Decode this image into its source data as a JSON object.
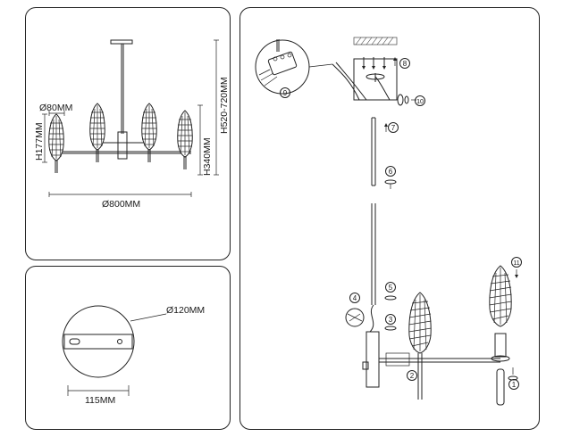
{
  "panels": {
    "overview": {
      "dims": {
        "shade_diameter": "Ø80MM",
        "shade_height": "H177MM",
        "body_height": "H340MM",
        "total_height": "H520-720MM",
        "total_diameter": "Ø800MM"
      }
    },
    "mount": {
      "dims": {
        "plate_diameter": "Ø120MM",
        "hole_spacing": "115MM"
      }
    },
    "assembly": {
      "steps": [
        "1",
        "2",
        "3",
        "4",
        "5",
        "6",
        "7",
        "8",
        "9",
        "10",
        "11"
      ]
    }
  }
}
